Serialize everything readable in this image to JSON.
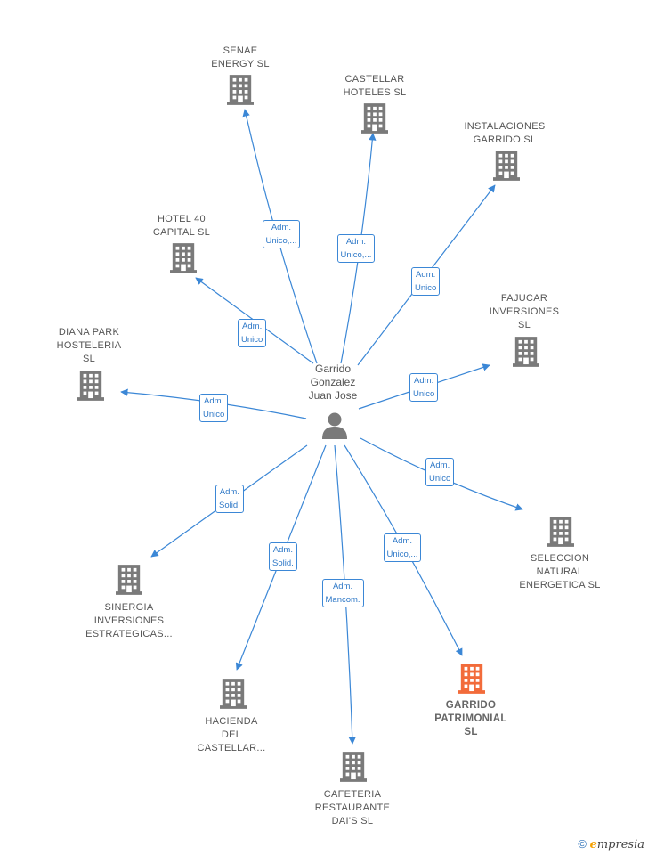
{
  "center": {
    "name_lines": [
      "Garrido",
      "Gonzalez",
      "Juan Jose"
    ]
  },
  "nodes": [
    {
      "id": "senae",
      "lines": [
        "SENAE",
        "ENERGY  SL"
      ],
      "highlight": false,
      "edge_lines": [
        "Adm.",
        "Unico,..."
      ]
    },
    {
      "id": "castellar-hoteles",
      "lines": [
        "CASTELLAR",
        "HOTELES  SL"
      ],
      "highlight": false,
      "edge_lines": [
        "Adm.",
        "Unico,..."
      ]
    },
    {
      "id": "instalaciones",
      "lines": [
        "INSTALACIONES",
        "GARRIDO  SL"
      ],
      "highlight": false,
      "edge_lines": [
        "Adm.",
        "Unico"
      ]
    },
    {
      "id": "hotel40",
      "lines": [
        "HOTEL 40",
        "CAPITAL  SL"
      ],
      "highlight": false,
      "edge_lines": [
        "Adm.",
        "Unico"
      ]
    },
    {
      "id": "fajucar",
      "lines": [
        "FAJUCAR",
        "INVERSIONES",
        "SL"
      ],
      "highlight": false,
      "edge_lines": [
        "Adm.",
        "Unico"
      ]
    },
    {
      "id": "diana",
      "lines": [
        "DIANA PARK",
        "HOSTELERIA",
        "SL"
      ],
      "highlight": false,
      "edge_lines": [
        "Adm.",
        "Unico"
      ]
    },
    {
      "id": "seleccion",
      "lines": [
        "SELECCION",
        "NATURAL",
        "ENERGETICA SL"
      ],
      "highlight": false,
      "edge_lines": [
        "Adm.",
        "Unico"
      ]
    },
    {
      "id": "sinergia",
      "lines": [
        "SINERGIA",
        "INVERSIONES",
        "ESTRATEGICAS..."
      ],
      "highlight": false,
      "edge_lines": [
        "Adm.",
        "Solid."
      ]
    },
    {
      "id": "hacienda",
      "lines": [
        "HACIENDA",
        "DEL",
        "CASTELLAR..."
      ],
      "highlight": false,
      "edge_lines": [
        "Adm.",
        "Solid."
      ]
    },
    {
      "id": "cafeteria",
      "lines": [
        "CAFETERIA",
        "RESTAURANTE",
        "DAI'S  SL"
      ],
      "highlight": false,
      "edge_lines": [
        "Adm.",
        "Mancom."
      ]
    },
    {
      "id": "garrido-patrimonial",
      "lines": [
        "GARRIDO",
        "PATRIMONIAL",
        "SL"
      ],
      "highlight": true,
      "edge_lines": [
        "Adm.",
        "Unico,..."
      ]
    }
  ],
  "footer": {
    "copyright": "©",
    "brand_initial": "e",
    "brand_rest": "mpresia"
  },
  "colors": {
    "edge": "#3b87d6",
    "building": "#7a7a7a",
    "building_highlight": "#f26b3a",
    "person": "#7a7a7a"
  }
}
